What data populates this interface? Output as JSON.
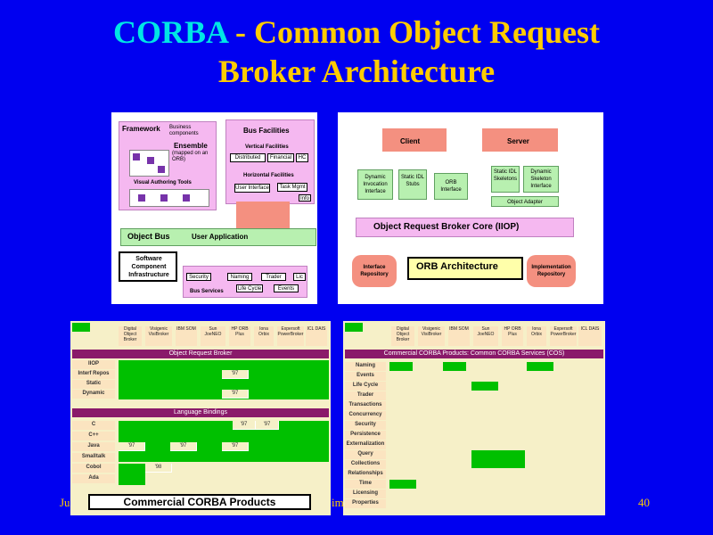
{
  "slide": {
    "title_highlight": "CORBA",
    "title_rest": " - Common Object Request",
    "title_line2": "Broker Architecture",
    "footer_left": "Ju",
    "footer_mid": "im",
    "page_number": "40"
  },
  "panel_bus": {
    "framework": "Framework",
    "framework_note": "Business components",
    "ensemble": "Ensemble",
    "ensemble_note": "(mapped on an ORB)",
    "visual_tools": "Visual Authoring Tools",
    "bus_facilities": "Bus Facilities",
    "vertical": "Vertical Facilities",
    "horizontal": "Horizontal Facilities",
    "v_items": [
      "Distributed",
      "Financial",
      "HC"
    ],
    "h_items": [
      "User Interface",
      "Task Mgmt",
      "Info"
    ],
    "object_bus": "Object Bus",
    "user_app": "User Application",
    "software": "Software Component Infrastructure",
    "services": [
      "Security",
      "Naming",
      "Trader",
      "Lic"
    ],
    "services2": [
      "Life Cycle",
      "Events"
    ],
    "bus_services": "Bus Services"
  },
  "panel_orb": {
    "client": "Client",
    "server": "Server",
    "dii": "Dynamic Invocation Interface",
    "stubs": "Static IDL Stubs",
    "orb_if": "ORB Interface",
    "skel": "Static IDL Skeletons",
    "dsi": "Dynamic Skeleton Interface",
    "adapter": "Object Adapter",
    "core": "Object Request Broker Core (IIOP)",
    "if_repo": "Interface Repository",
    "arch": "ORB Architecture",
    "impl_repo": "Implementation Repository"
  },
  "panel_products": {
    "vendors": [
      "Digital Object Broker",
      "Visigenic VisiBroker",
      "IBM SOM",
      "Sun JoeNEO",
      "HP ORB Plus",
      "Iona Orbix",
      "Expersoft PowerBroker",
      "ICL DAIS"
    ],
    "band1": "Object Request Broker",
    "rows1": [
      "IIOP",
      "Interf Repos",
      "Static",
      "Dynamic"
    ],
    "band2": "Language Bindings",
    "rows2": [
      "C",
      "C++",
      "Java",
      "Smalltalk",
      "Cobol",
      "Ada"
    ],
    "caption": "Commercial CORBA Products",
    "year": "'97",
    "year98": "'98"
  },
  "panel_services": {
    "vendors": [
      "Digital Object Broker",
      "Visigenic VisiBroker",
      "IBM SOM",
      "Sun JoeNEO",
      "HP ORB Plus",
      "Iona Orbix",
      "Expersoft PowerBroker",
      "ICL DAIS"
    ],
    "band": "Commercial CORBA Products:  Common CORBA Services (COS)",
    "rows": [
      "Naming",
      "Events",
      "Life Cycle",
      "Trader",
      "Transactions",
      "Concurrency",
      "Security",
      "Persistence",
      "Externalization",
      "Query",
      "Collections",
      "Relationships",
      "Time",
      "Licensing",
      "Properties"
    ]
  }
}
